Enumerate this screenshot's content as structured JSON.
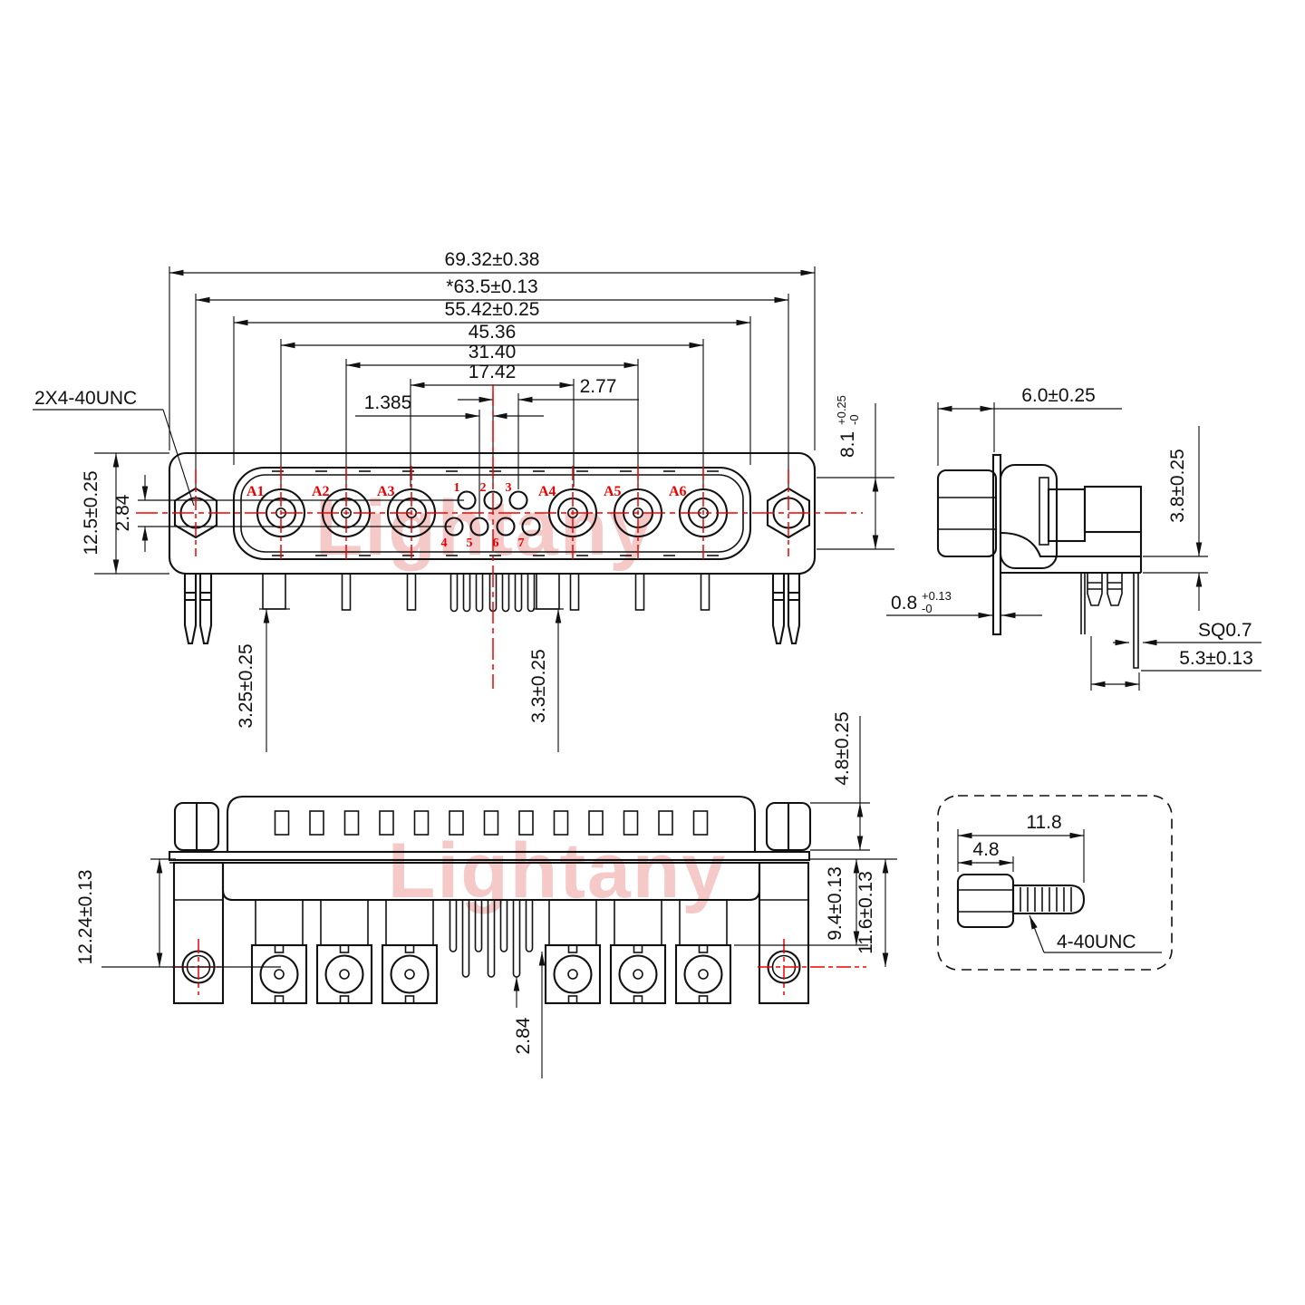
{
  "watermark": {
    "text": "Lightany"
  },
  "colors": {
    "line": "#111111",
    "accent_red": "#f30000",
    "watermark_pink": "#f6c9c9"
  },
  "front_view": {
    "thread_label": "2X4-40UNC",
    "dim_69": "69.32±0.38",
    "dim_63": "*63.5±0.13",
    "dim_55": "55.42±0.25",
    "dim_45": "45.36",
    "dim_31": "31.40",
    "dim_17": "17.42",
    "dim_2_77": "2.77",
    "dim_1_385": "1.385",
    "dim_height": "12.5±0.25",
    "dim_pin_row": "2.84",
    "dim_8_1": "8.1",
    "dim_8_1_tol_plus": "+0.25",
    "dim_8_1_tol_minus": "-0",
    "dim_leg_left": "3.25±0.25",
    "dim_leg_right": "3.3±0.25",
    "coax_labels": [
      "A1",
      "A2",
      "A3",
      "A4",
      "A5",
      "A6"
    ],
    "pin_numbers": [
      "1",
      "2",
      "3",
      "4",
      "5",
      "6",
      "7"
    ]
  },
  "side_view": {
    "dim_width": "6.0±0.25",
    "dim_3_8": "3.8±0.25",
    "dim_0_8": "0.8",
    "dim_0_8_tol_plus": "+0.13",
    "dim_0_8_tol_minus": "-0",
    "dim_sq": "SQ0.7",
    "dim_5_3": "5.3±0.13"
  },
  "bottom_view": {
    "dim_12_24": "12.24±0.13",
    "dim_4_8": "4.8±0.25",
    "dim_9_4": "9.4±0.13",
    "dim_11_6": "11.6±0.13",
    "dim_2_84": "2.84"
  },
  "screw_detail": {
    "dim_length": "11.8",
    "dim_head": "4.8",
    "thread_label": "4-40UNC"
  }
}
